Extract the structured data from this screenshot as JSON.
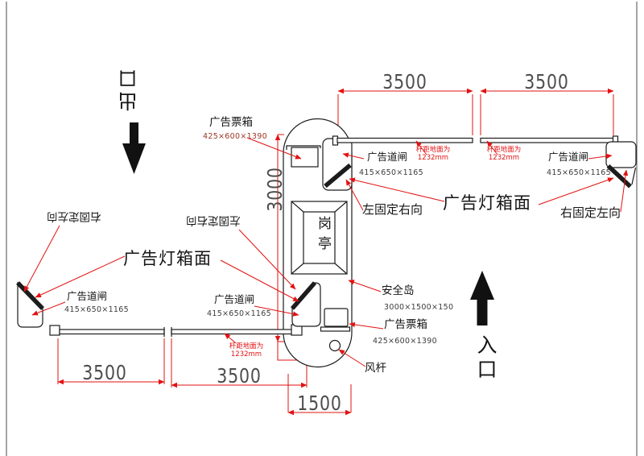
{
  "annotations": {
    "exit": "出口",
    "entrance": "入口",
    "booth": "岗亭",
    "island_label": "安全岛",
    "island_size": "3000×1500×150",
    "wind_pole": "风杆",
    "ticket_box_label": "广告票箱",
    "ticket_box_size": "425×600×1390",
    "gate_label": "广告道闸",
    "gate_size": "415×650×1165",
    "lightbox_label": "广告灯箱面",
    "fixed_left_to_right": "左固定右向",
    "fixed_right_to_left": "右固定左向",
    "pole_note_line1": "杆距地面为",
    "pole_note_line2": "1232mm"
  },
  "dimensions": {
    "lane_top_left": "3500",
    "lane_top_right": "3500",
    "lane_bottom_left": "3500",
    "lane_bottom_right": "3500",
    "island_length": "3000",
    "island_width": "1500"
  },
  "colors": {
    "annotation_red": "#e31212",
    "line_black": "#1c1c1c",
    "dim_text_gray": "#4d4d4d"
  }
}
